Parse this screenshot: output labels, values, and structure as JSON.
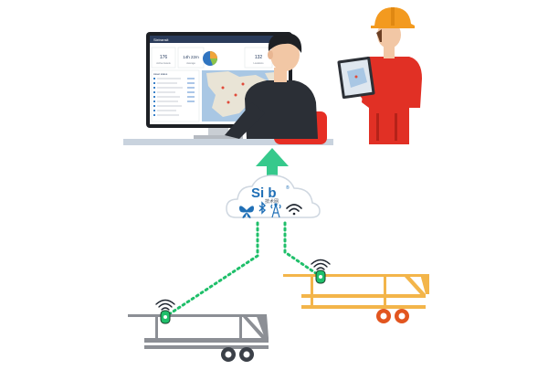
{
  "dashboard": {
    "brand": "Sixtransit",
    "kpis": [
      {
        "value": "176",
        "label": "Active Assets"
      },
      {
        "value": "14h 22m",
        "label": "Average"
      },
      {
        "value": "132",
        "label": "Locations"
      }
    ],
    "panel_heading": "Asset status"
  },
  "cloud": {
    "logo_text": "Si b",
    "logo_subtext": "技术网",
    "logo_mark": "®",
    "connectivity_icons": [
      "butterfly-icon",
      "bluetooth-icon",
      "cell-tower-icon",
      "wifi-icon"
    ]
  },
  "colors": {
    "link_dots": "#1fbf6a",
    "arrow": "#36c98c",
    "cloud_outline": "#cfd7e0",
    "icon_blue": "#1f6fb6",
    "trailer_grey": "#8c8f95",
    "trailer_orange": "#f3b54a",
    "worker_red": "#e13025",
    "helmet_orange": "#f39a1f",
    "suit_dark": "#2b2f36"
  }
}
